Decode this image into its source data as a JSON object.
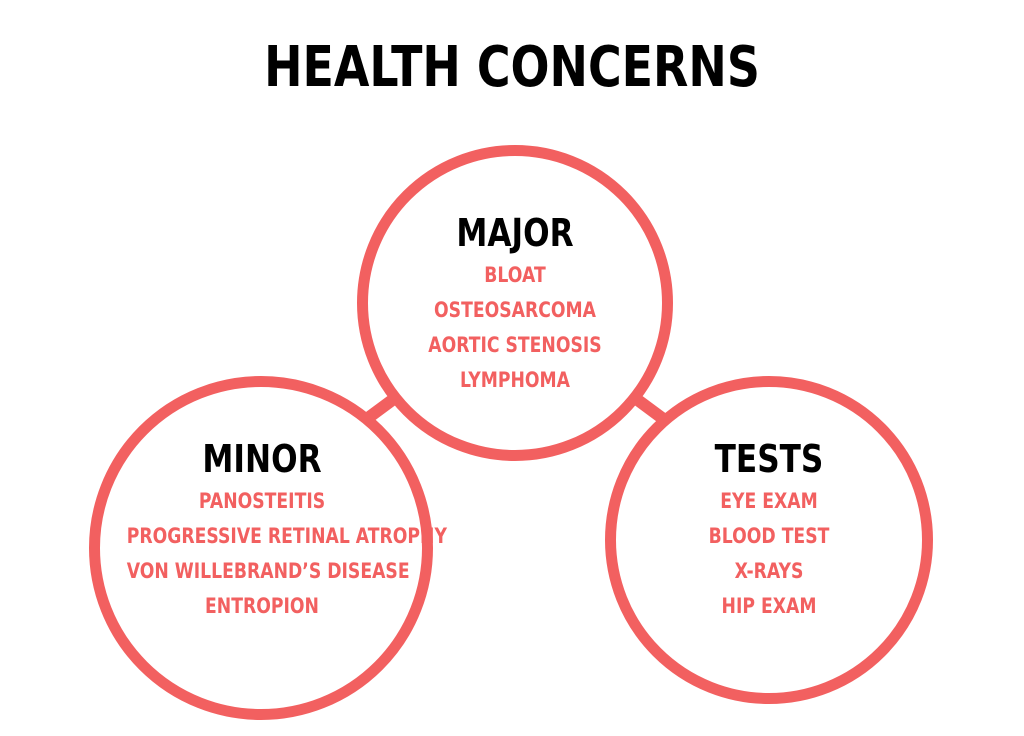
{
  "title": "HEALTH CONCERNS",
  "accent_color": "#f26060",
  "major": {
    "heading": "MAJOR",
    "items": [
      "BLOAT",
      "OSTEOSARCOMA",
      "AORTIC STENOSIS",
      "LYMPHOMA"
    ]
  },
  "minor": {
    "heading": "MINOR",
    "items": [
      "PANOSTEITIS",
      "PROGRESSIVE RETINAL ATROPHY",
      "VON WILLEBRAND’S DISEASE",
      "ENTROPION"
    ]
  },
  "tests": {
    "heading": "TESTS",
    "items": [
      "EYE EXAM",
      "BLOOD TEST",
      "X-RAYS",
      "HIP EXAM"
    ]
  }
}
